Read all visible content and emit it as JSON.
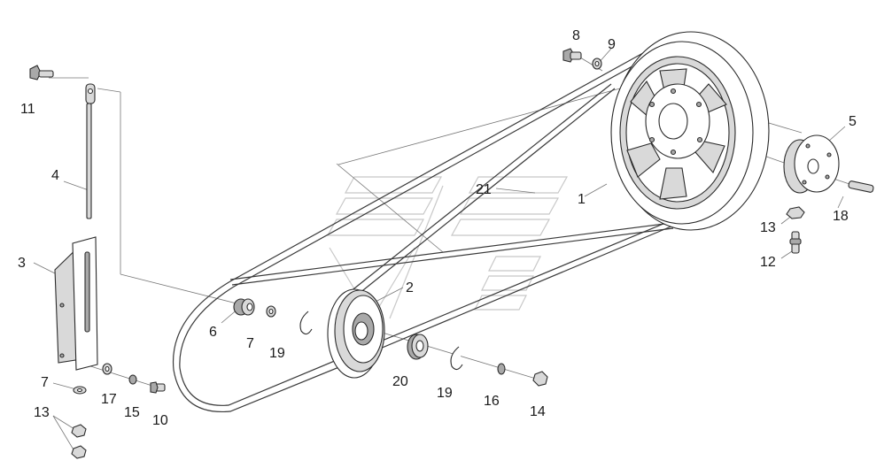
{
  "diagram": {
    "callouts": [
      {
        "id": "c1",
        "text": "1"
      },
      {
        "id": "c2",
        "text": "2"
      },
      {
        "id": "c3",
        "text": "3"
      },
      {
        "id": "c4",
        "text": "4"
      },
      {
        "id": "c5",
        "text": "5"
      },
      {
        "id": "c6",
        "text": "6"
      },
      {
        "id": "c7a",
        "text": "7"
      },
      {
        "id": "c7b",
        "text": "7"
      },
      {
        "id": "c8",
        "text": "8"
      },
      {
        "id": "c9",
        "text": "9"
      },
      {
        "id": "c10",
        "text": "10"
      },
      {
        "id": "c11",
        "text": "11"
      },
      {
        "id": "c12",
        "text": "12"
      },
      {
        "id": "c13a",
        "text": "13"
      },
      {
        "id": "c13b",
        "text": "13"
      },
      {
        "id": "c14",
        "text": "14"
      },
      {
        "id": "c15",
        "text": "15"
      },
      {
        "id": "c16",
        "text": "16"
      },
      {
        "id": "c17",
        "text": "17"
      },
      {
        "id": "c18",
        "text": "18"
      },
      {
        "id": "c19a",
        "text": "19"
      },
      {
        "id": "c19b",
        "text": "19"
      },
      {
        "id": "c20",
        "text": "20"
      },
      {
        "id": "c21",
        "text": "21"
      }
    ]
  }
}
